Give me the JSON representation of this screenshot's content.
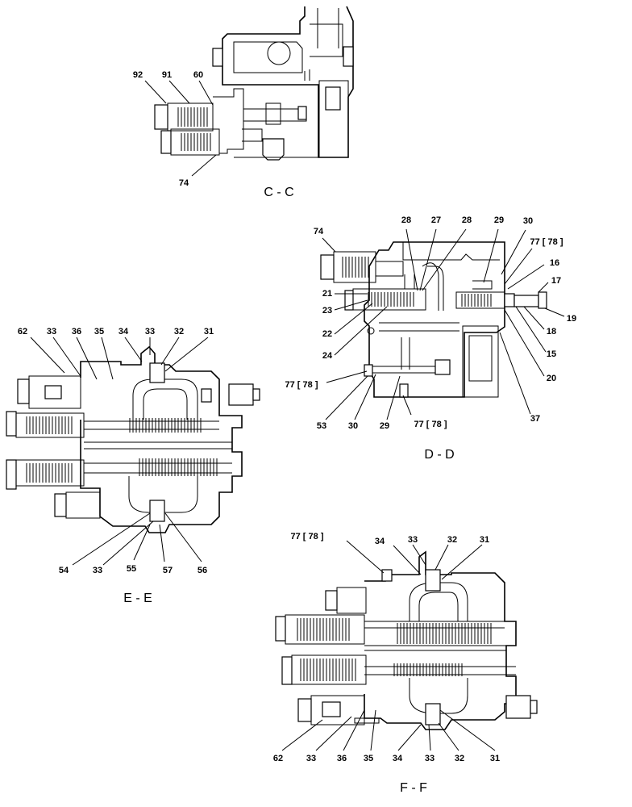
{
  "sections": {
    "cc": {
      "title": "C - C",
      "callouts": [
        "92",
        "91",
        "60",
        "74"
      ]
    },
    "dd": {
      "title": "D - D",
      "callouts": [
        "74",
        "28",
        "27",
        "28",
        "29",
        "30",
        "77 [ 78 ]",
        "16",
        "17",
        "21",
        "23",
        "22",
        "24",
        "19",
        "18",
        "15",
        "20",
        "77 [ 78 ]",
        "53",
        "30",
        "29",
        "77 [ 78 ]",
        "37"
      ]
    },
    "ee": {
      "title": "E - E",
      "callouts": [
        "62",
        "33",
        "36",
        "35",
        "34",
        "33",
        "32",
        "31",
        "54",
        "33",
        "55",
        "57",
        "56"
      ]
    },
    "ff": {
      "title": "F - F",
      "callouts": [
        "77 [ 78 ]",
        "34",
        "33",
        "32",
        "31",
        "62",
        "33",
        "36",
        "35",
        "34",
        "33",
        "32",
        "31"
      ]
    }
  }
}
